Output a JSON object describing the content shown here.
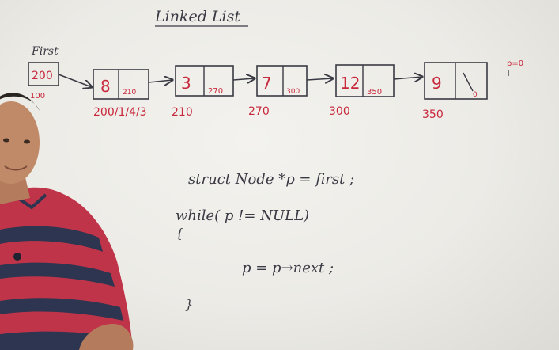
{
  "title": "Linked List",
  "first": {
    "label": "First",
    "value": "200",
    "address": "100"
  },
  "nodes": [
    {
      "data": "8",
      "next": "210",
      "address": "200/1/4/3"
    },
    {
      "data": "3",
      "next": "270",
      "address": "210"
    },
    {
      "data": "7",
      "next": "300",
      "address": "270"
    },
    {
      "data": "12",
      "next": "350",
      "address": "300"
    },
    {
      "data": "9",
      "next": "0",
      "address": "350"
    }
  ],
  "side_note": "p=0",
  "code": {
    "line1": "struct Node *p = first ;",
    "line2": "while( p != NULL)",
    "line3": "{",
    "line4": "p = p→next ;",
    "line5": "}"
  },
  "colors": {
    "ink": "#3a3a44",
    "marker_red": "#c8283c",
    "shirt_red": "#c0344a",
    "shirt_navy": "#2e3550"
  }
}
